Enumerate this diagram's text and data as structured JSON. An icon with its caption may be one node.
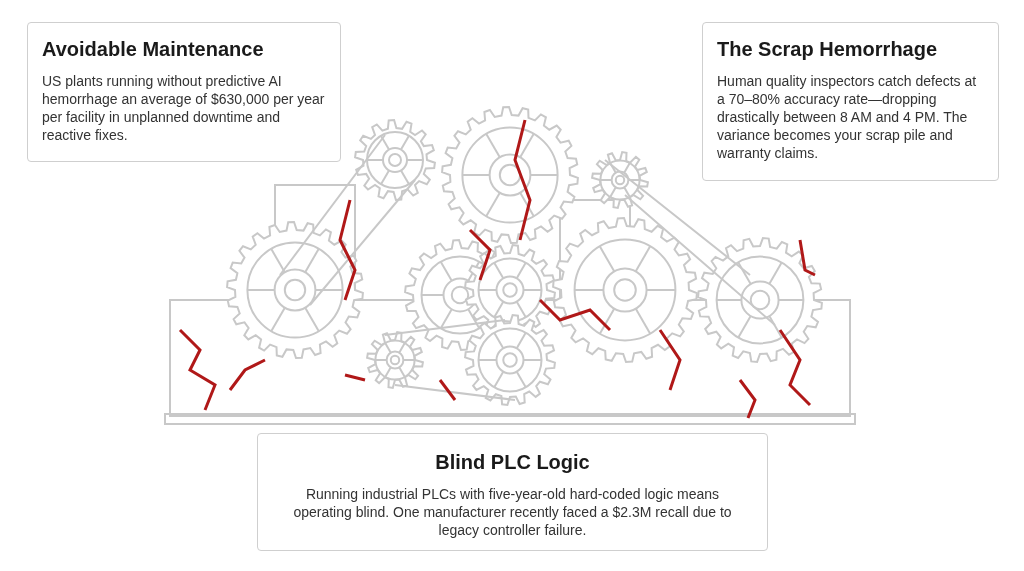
{
  "diagram": {
    "nodes": [
      {
        "text": [
          "Avoidable Maintenance",
          "US plants running without predictive AI hemorrhage an average of $630,000 per year per facility in unplanned downtime and reactive fixes."
        ]
      },
      {
        "text": [
          "The Scrap Hemorrhage",
          "Human quality inspectors catch defects at a 70–80% accuracy rate—dropping drastically between 8 AM and 4 PM. The variance becomes your scrap pile and warranty claims."
        ]
      },
      {
        "text": [
          "Blind PLC Logic",
          "Running industrial PLCs with five-year-old hard-coded logic means operating blind. One manufacturer recently faced a $2.3M recall due to legacy controller failure."
        ]
      }
    ]
  }
}
